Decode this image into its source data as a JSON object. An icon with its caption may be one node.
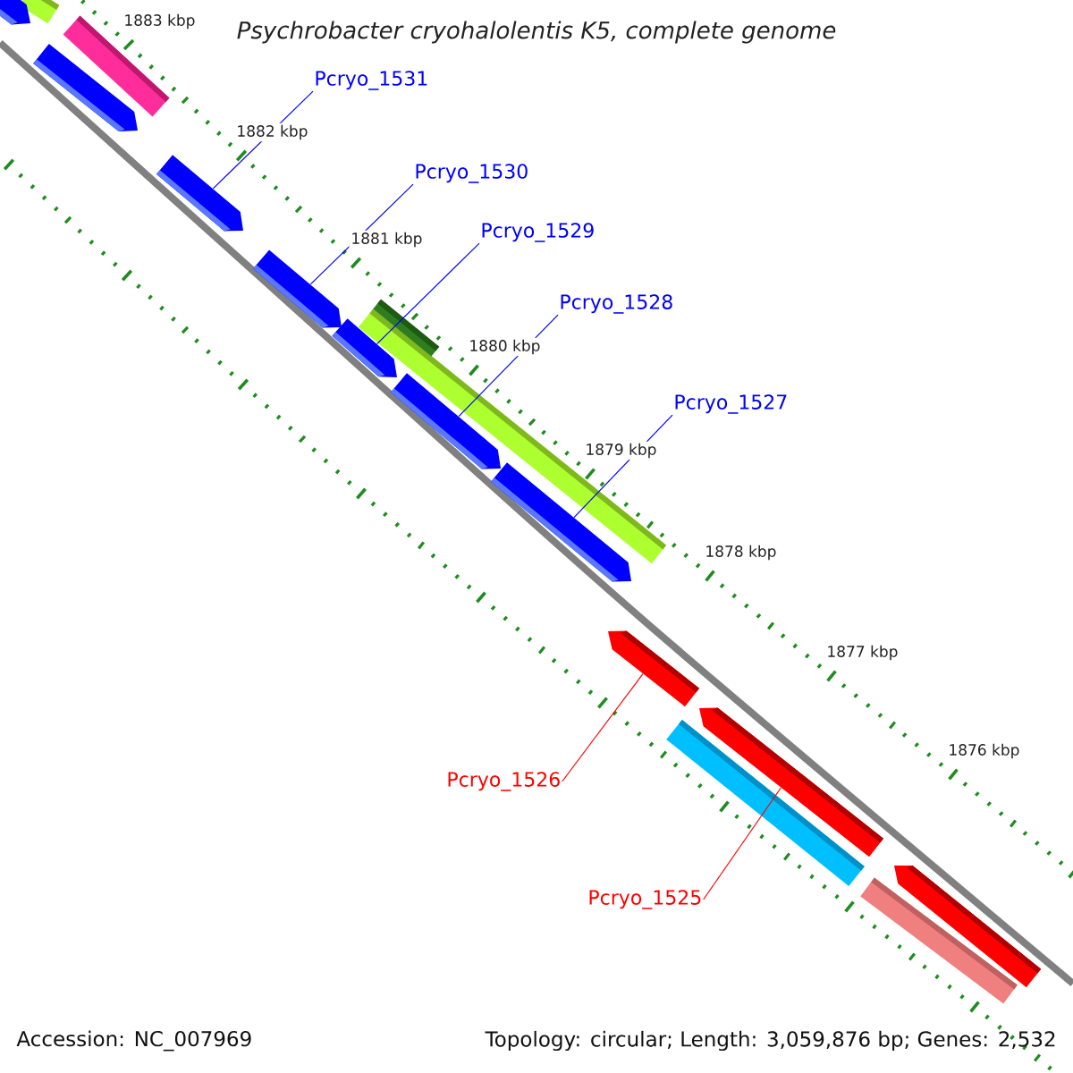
{
  "diagram": {
    "title": "Psychrobacter cryohalolentis K5, complete genome",
    "nodes": [
      {
        "text": [
          "Pcryo_1531"
        ]
      },
      {
        "text": [
          "Pcryo_1530"
        ]
      },
      {
        "text": [
          "Pcryo_1529"
        ]
      },
      {
        "text": [
          "Pcryo_1528"
        ]
      },
      {
        "text": [
          "Pcryo_1527"
        ]
      },
      {
        "text": [
          "Pcryo_1526"
        ]
      },
      {
        "text": [
          "Pcryo_1525"
        ]
      },
      {
        "text": [],
        "shape": "arrow"
      },
      {
        "text": [],
        "shape": "arrow"
      },
      {
        "text": [],
        "shape": "arrow"
      },
      {
        "text": [],
        "shape": "arrow"
      },
      {
        "text": [],
        "shape": "arrow"
      },
      {
        "text": [],
        "shape": "arrow"
      },
      {
        "text": [],
        "shape": "arrow"
      },
      {
        "text": [],
        "shape": "bar"
      },
      {
        "text": [],
        "shape": "arrow"
      },
      {
        "text": [],
        "shape": "bar"
      },
      {
        "text": [],
        "shape": "arrow"
      },
      {
        "text": [],
        "shape": "bar"
      },
      {
        "text": [],
        "shape": "bar"
      },
      {
        "text": [],
        "shape": "bar"
      },
      {
        "text": [],
        "shape": "arrow"
      },
      {
        "text": [],
        "shape": "bar"
      }
    ],
    "edges": [
      {
        "from": 0,
        "to": 7,
        "arrow": "none"
      },
      {
        "from": 1,
        "to": 8,
        "arrow": "none"
      },
      {
        "from": 2,
        "to": 9,
        "arrow": "none"
      },
      {
        "from": 3,
        "to": 10,
        "arrow": "none"
      },
      {
        "from": 4,
        "to": 11,
        "arrow": "none"
      },
      {
        "from": 5,
        "to": 12,
        "arrow": "none",
        "color": "#ff0000"
      },
      {
        "from": 6,
        "to": 13,
        "arrow": "none",
        "color": "#ff0000"
      }
    ],
    "labels": [
      "1883 kbp",
      "1882 kbp",
      "1881 kbp",
      "1880 kbp",
      "1879 kbp",
      "1878 kbp",
      "1877 kbp",
      "1876 kbp",
      "Accession: NC_007969",
      "Topology: circular; Length: 3,059,876 bp; Genes: 2,532"
    ]
  }
}
